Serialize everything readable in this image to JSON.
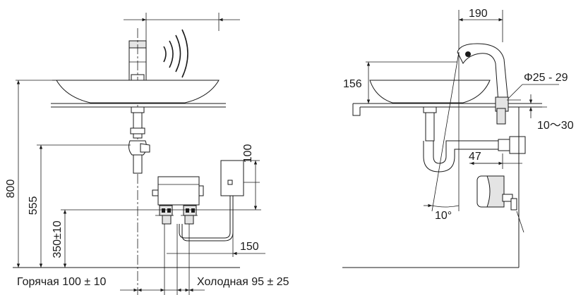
{
  "left_view": {
    "dim_height_total": "800",
    "dim_height_555": "555",
    "dim_height_350": "350±10",
    "dim_box_100": "100",
    "dim_offset_150": "150",
    "label_hot": "Горячая 100 ± 10",
    "label_cold": "Холодная 95 ± 25"
  },
  "right_view": {
    "dim_reach_190": "190",
    "dim_height_156": "156",
    "dim_hole_diameter": "Φ25 - 29",
    "dim_deck_thickness": "10～30",
    "dim_offset_47": "47",
    "dim_angle_10": "10°"
  }
}
